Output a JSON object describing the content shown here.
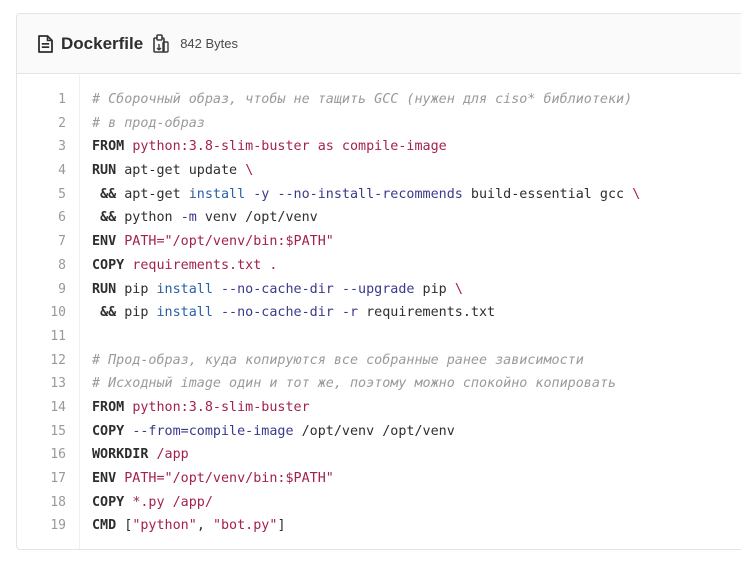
{
  "header": {
    "file_name": "Dockerfile",
    "file_size": "842 Bytes"
  },
  "icons": {
    "file": "file-text-icon",
    "copy": "clipboard-copy-icon"
  },
  "colors": {
    "comment": "#9a9a9a",
    "keyword": "#2e2e2e",
    "string": "#a3224d",
    "builtin": "#2960a8",
    "line_number": "#999999",
    "header_bg": "#fafafa",
    "border": "#e4e4e4"
  },
  "code": {
    "lines": [
      [
        {
          "t": "c",
          "v": "# Сборочный образ, чтобы не тащить GCC (нужен для ciso* библиотеки)"
        }
      ],
      [
        {
          "t": "c",
          "v": "# в прод-образ"
        }
      ],
      [
        {
          "t": "k",
          "v": "FROM"
        },
        {
          "t": "p",
          "v": " "
        },
        {
          "t": "s",
          "v": "python:3.8-slim-buster as compile-image"
        }
      ],
      [
        {
          "t": "k",
          "v": "RUN"
        },
        {
          "t": "p",
          "v": " apt-get update "
        },
        {
          "t": "bs",
          "v": "\\"
        }
      ],
      [
        {
          "t": "p",
          "v": " "
        },
        {
          "t": "k",
          "v": "&&"
        },
        {
          "t": "p",
          "v": " apt-get "
        },
        {
          "t": "f",
          "v": "install"
        },
        {
          "t": "p",
          "v": " "
        },
        {
          "t": "o",
          "v": "-y"
        },
        {
          "t": "p",
          "v": " "
        },
        {
          "t": "o",
          "v": "--no-install-recommends"
        },
        {
          "t": "p",
          "v": " build-essential gcc "
        },
        {
          "t": "bs",
          "v": "\\"
        }
      ],
      [
        {
          "t": "p",
          "v": " "
        },
        {
          "t": "k",
          "v": "&&"
        },
        {
          "t": "p",
          "v": " python "
        },
        {
          "t": "o",
          "v": "-m"
        },
        {
          "t": "p",
          "v": " venv /opt/venv"
        }
      ],
      [
        {
          "t": "k",
          "v": "ENV"
        },
        {
          "t": "p",
          "v": " "
        },
        {
          "t": "s",
          "v": "PATH=\"/opt/venv/bin:$PATH\""
        }
      ],
      [
        {
          "t": "k",
          "v": "COPY"
        },
        {
          "t": "p",
          "v": " "
        },
        {
          "t": "s",
          "v": "requirements.txt ."
        }
      ],
      [
        {
          "t": "k",
          "v": "RUN"
        },
        {
          "t": "p",
          "v": " pip "
        },
        {
          "t": "f",
          "v": "install"
        },
        {
          "t": "p",
          "v": " "
        },
        {
          "t": "o",
          "v": "--no-cache-dir"
        },
        {
          "t": "p",
          "v": " "
        },
        {
          "t": "o",
          "v": "--upgrade"
        },
        {
          "t": "p",
          "v": " pip "
        },
        {
          "t": "bs",
          "v": "\\"
        }
      ],
      [
        {
          "t": "p",
          "v": " "
        },
        {
          "t": "k",
          "v": "&&"
        },
        {
          "t": "p",
          "v": " pip "
        },
        {
          "t": "f",
          "v": "install"
        },
        {
          "t": "p",
          "v": " "
        },
        {
          "t": "o",
          "v": "--no-cache-dir"
        },
        {
          "t": "p",
          "v": " "
        },
        {
          "t": "o",
          "v": "-r"
        },
        {
          "t": "p",
          "v": " requirements.txt"
        }
      ],
      [],
      [
        {
          "t": "c",
          "v": "# Прод-образ, куда копируются все собранные ранее зависимости"
        }
      ],
      [
        {
          "t": "c",
          "v": "# Исходный image один и тот же, поэтому можно спокойно копировать"
        }
      ],
      [
        {
          "t": "k",
          "v": "FROM"
        },
        {
          "t": "p",
          "v": " "
        },
        {
          "t": "s",
          "v": "python:3.8-slim-buster"
        }
      ],
      [
        {
          "t": "k",
          "v": "COPY"
        },
        {
          "t": "p",
          "v": " "
        },
        {
          "t": "o",
          "v": "--from=compile-image"
        },
        {
          "t": "p",
          "v": " /opt/venv /opt/venv"
        }
      ],
      [
        {
          "t": "k",
          "v": "WORKDIR"
        },
        {
          "t": "p",
          "v": " "
        },
        {
          "t": "s",
          "v": "/app"
        }
      ],
      [
        {
          "t": "k",
          "v": "ENV"
        },
        {
          "t": "p",
          "v": " "
        },
        {
          "t": "s",
          "v": "PATH=\"/opt/venv/bin:$PATH\""
        }
      ],
      [
        {
          "t": "k",
          "v": "COPY"
        },
        {
          "t": "p",
          "v": " "
        },
        {
          "t": "s",
          "v": "*.py /app/"
        }
      ],
      [
        {
          "t": "k",
          "v": "CMD"
        },
        {
          "t": "p",
          "v": " ["
        },
        {
          "t": "s",
          "v": "\"python\""
        },
        {
          "t": "p",
          "v": ", "
        },
        {
          "t": "s",
          "v": "\"bot.py\""
        },
        {
          "t": "p",
          "v": "]"
        }
      ]
    ]
  }
}
